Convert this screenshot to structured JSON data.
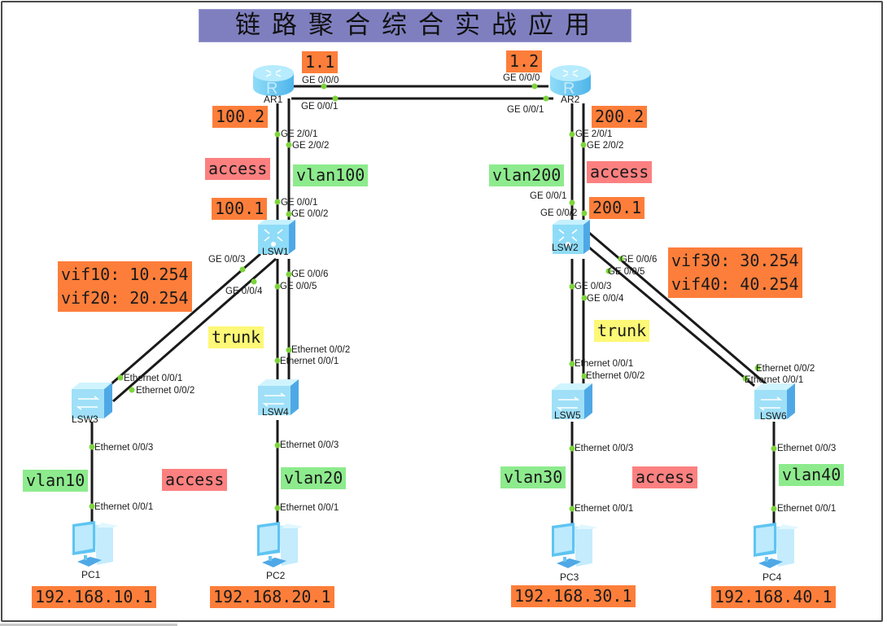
{
  "title": "链路聚合综合实战应用",
  "colors": {
    "title_bg": "#7f7fc0",
    "ip_tag": "#fd7e3a",
    "access_tag": "#fc8080",
    "vlan_tag": "#8deb8d",
    "trunk_tag": "#fdf876",
    "port_dot": "#7ed43c",
    "link": "#1a1a1a",
    "device_blue": "#7fd3f5"
  },
  "devices": {
    "ar1": {
      "label": "AR1",
      "type": "router"
    },
    "ar2": {
      "label": "AR2",
      "type": "router"
    },
    "lsw1": {
      "label": "LSW1",
      "type": "l3-switch"
    },
    "lsw2": {
      "label": "LSW2",
      "type": "l3-switch"
    },
    "lsw3": {
      "label": "LSW3",
      "type": "switch"
    },
    "lsw4": {
      "label": "LSW4",
      "type": "switch"
    },
    "lsw5": {
      "label": "LSW5",
      "type": "switch"
    },
    "lsw6": {
      "label": "LSW6",
      "type": "switch"
    },
    "pc1": {
      "label": "PC1",
      "type": "pc"
    },
    "pc2": {
      "label": "PC2",
      "type": "pc"
    },
    "pc3": {
      "label": "PC3",
      "type": "pc"
    },
    "pc4": {
      "label": "PC4",
      "type": "pc"
    }
  },
  "ports": {
    "ar1_ge000": "GE 0/0/0",
    "ar1_ge001": "GE 0/0/1",
    "ar2_ge000": "GE 0/0/0",
    "ar2_ge001": "GE 0/0/1",
    "ar1_ge201": "GE 2/0/1",
    "ar1_ge202": "GE 2/0/2",
    "ar2_ge201": "GE 2/0/1",
    "ar2_ge202": "GE 2/0/2",
    "lsw1_ge001": "GE 0/0/1",
    "lsw1_ge002": "GE 0/0/2",
    "lsw1_ge003": "GE 0/0/3",
    "lsw1_ge004": "GE 0/0/4",
    "lsw1_ge005": "GE 0/0/5",
    "lsw1_ge006": "GE 0/0/6",
    "lsw2_ge001": "GE 0/0/1",
    "lsw2_ge002": "GE 0/0/2",
    "lsw2_ge003": "GE 0/0/3",
    "lsw2_ge004": "GE 0/0/4",
    "lsw2_ge005": "GE 0/0/5",
    "lsw2_ge006": "GE 0/0/6",
    "lsw3_e001": "Ethernet 0/0/1",
    "lsw3_e002": "Ethernet 0/0/2",
    "lsw3_e003": "Ethernet 0/0/3",
    "lsw4_e001": "Ethernet 0/0/1",
    "lsw4_e002": "Ethernet 0/0/2",
    "lsw4_e003": "Ethernet 0/0/3",
    "lsw5_e001": "Ethernet 0/0/1",
    "lsw5_e002": "Ethernet 0/0/2",
    "lsw5_e003": "Ethernet 0/0/3",
    "lsw6_e001": "Ethernet 0/0/1",
    "lsw6_e002": "Ethernet 0/0/2",
    "lsw6_e003": "Ethernet 0/0/3",
    "pc1_e001": "Ethernet 0/0/1",
    "pc2_e001": "Ethernet 0/0/1",
    "pc3_e001": "Ethernet 0/0/1",
    "pc4_e001": "Ethernet 0/0/1"
  },
  "tags": {
    "ar1_ip": "1.1",
    "ar2_ip": "1.2",
    "ar1_down_ip": "100.2",
    "ar2_down_ip": "200.2",
    "lsw1_ip": "100.1",
    "lsw2_ip": "200.1",
    "access_left_top": "access",
    "access_right_top": "access",
    "vlan100": "vlan100",
    "vlan200": "vlan200",
    "vif_left": [
      "vif10: 10.254",
      "vif20: 20.254"
    ],
    "vif_right": [
      "vif30: 30.254",
      "vif40: 40.254"
    ],
    "trunk_left": "trunk",
    "trunk_right": "trunk",
    "vlan10": "vlan10",
    "vlan20": "vlan20",
    "vlan30": "vlan30",
    "vlan40": "vlan40",
    "access_left_bottom": "access",
    "access_right_bottom": "access",
    "pc1_ip": "192.168.10.1",
    "pc2_ip": "192.168.20.1",
    "pc3_ip": "192.168.30.1",
    "pc4_ip": "192.168.40.1"
  }
}
